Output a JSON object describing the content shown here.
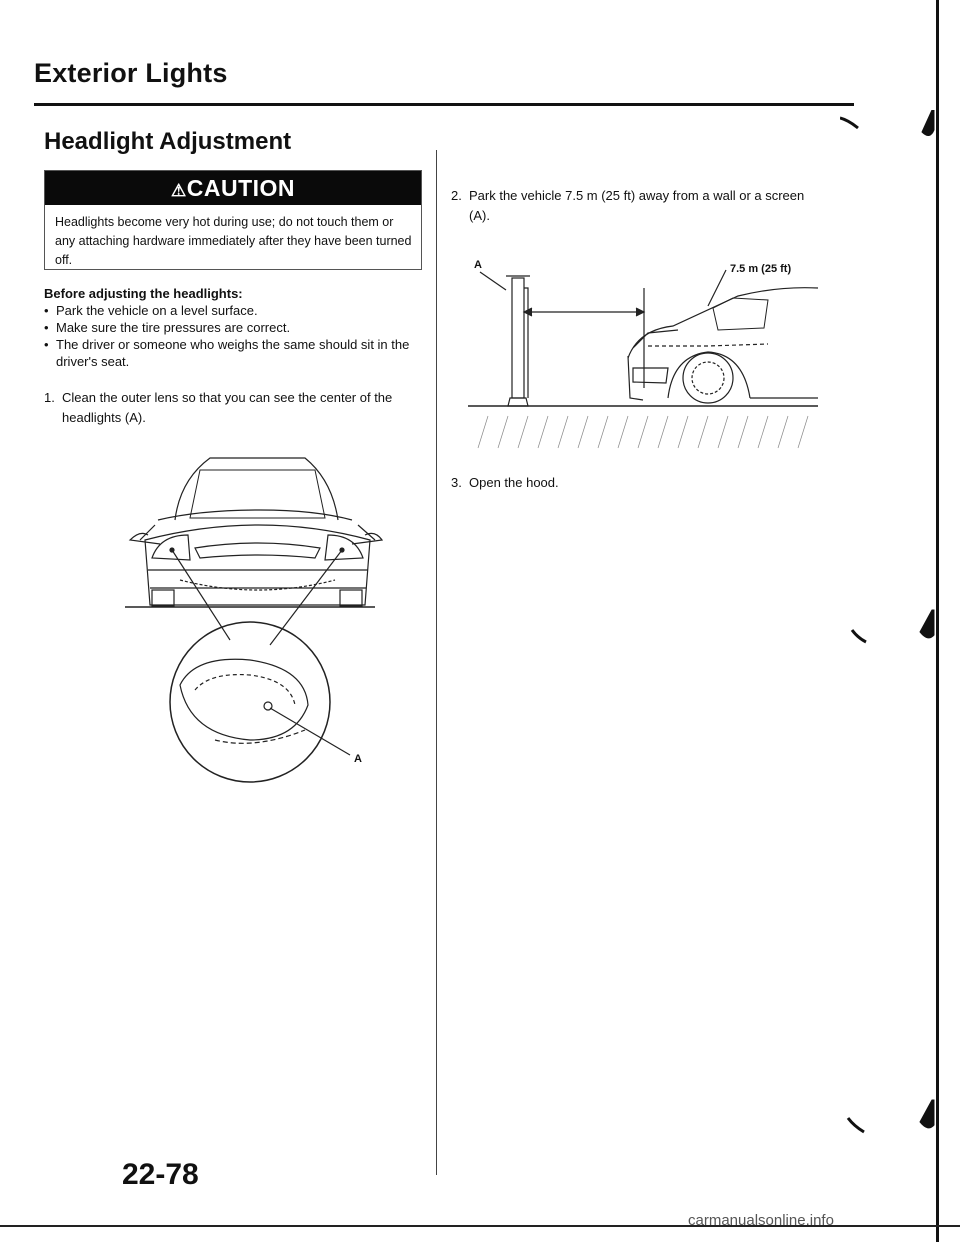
{
  "header": {
    "section_title": "Exterior Lights",
    "subsection_title": "Headlight Adjustment"
  },
  "caution": {
    "heading": "CAUTION",
    "body": "Headlights become very hot during use; do not touch them or any attaching hardware immediately after they have been turned off."
  },
  "before": {
    "heading": "Before adjusting the headlights:",
    "bullets": [
      "Park the vehicle on a level surface.",
      "Make sure the tire pressures are correct.",
      "The driver or someone who weighs the same should sit in the driver's seat."
    ]
  },
  "steps": {
    "step1_number": "1.",
    "step1_text": "Clean the outer lens so that you can see the center of the headlights (A).",
    "step2_number": "2.",
    "step2_text": "Park the vehicle 7.5 m (25 ft) away from a wall or a screen (A).",
    "step3_number": "3.",
    "step3_text": "Open the hood."
  },
  "figure_labels": {
    "headlight_callout": "A",
    "screen_callout": "A",
    "distance": "7.5 m (25 ft)"
  },
  "footer": {
    "page_number": "22-78",
    "watermark": "carmanualsonline.info"
  }
}
